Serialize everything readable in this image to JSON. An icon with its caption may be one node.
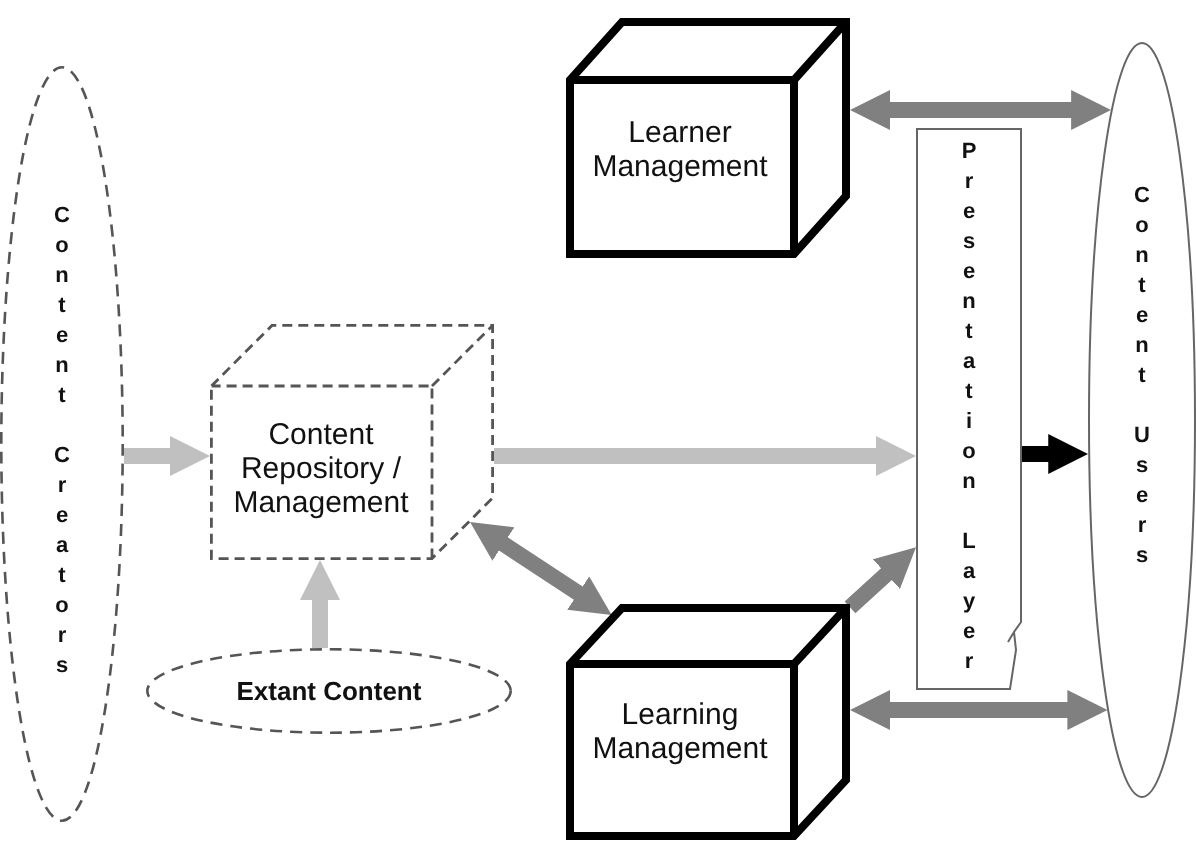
{
  "diagram": {
    "nodes": [
      {
        "text": [
          "Content Creators"
        ]
      },
      {
        "text": [
          "Content Repository / Management"
        ]
      },
      {
        "text": [
          "Extant Content"
        ]
      },
      {
        "text": [
          "Learner Management"
        ]
      },
      {
        "text": [
          "Learning Management"
        ]
      },
      {
        "text": [
          "Presentation Layer"
        ]
      },
      {
        "text": [
          "Content Users"
        ]
      }
    ],
    "edges": [
      {
        "from": 0,
        "to": 1,
        "arrow": "to",
        "color": "#c0c0c0"
      },
      {
        "from": 2,
        "to": 1,
        "arrow": "to",
        "color": "#c0c0c0"
      },
      {
        "from": 1,
        "to": 5,
        "arrow": "to",
        "color": "#c0c0c0"
      },
      {
        "from": 1,
        "to": 4,
        "arrow": "both"
      },
      {
        "from": 4,
        "to": 5,
        "arrow": "to"
      },
      {
        "from": 3,
        "to": 6,
        "arrow": "both"
      },
      {
        "from": 4,
        "to": 6,
        "arrow": "both"
      },
      {
        "from": 5,
        "to": 6,
        "arrow": "to",
        "color": "#000000"
      }
    ]
  }
}
